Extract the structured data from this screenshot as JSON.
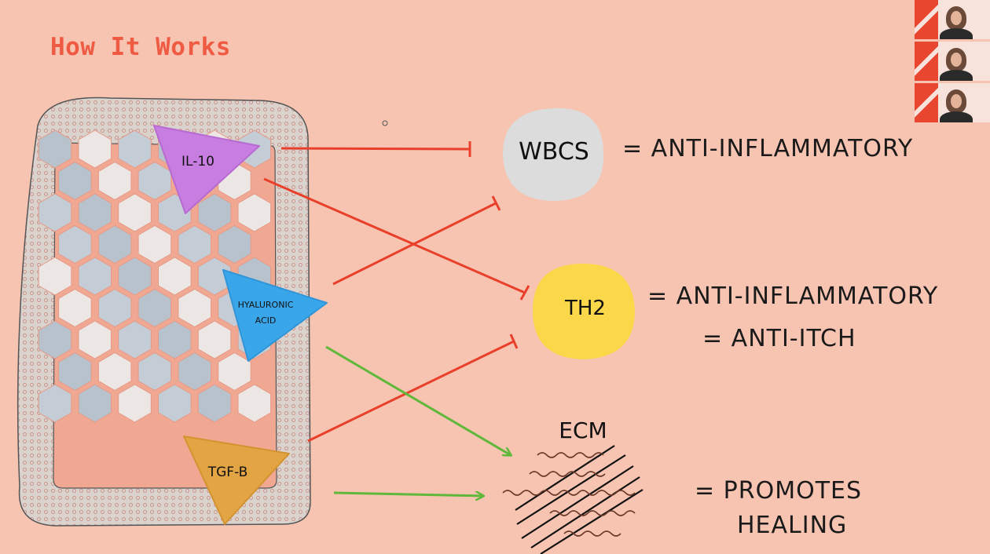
{
  "title": "How It Works",
  "nodes": {
    "il10": "IL-10",
    "hyaluronic_line1": "HYALURONIC",
    "hyaluronic_line2": "ACID",
    "tgfb": "TGF-B",
    "wbcs": "WBCS",
    "th2": "TH2",
    "ecm": "ECM"
  },
  "effects": {
    "wbcs": "= ANTI-INFLAMMATORY",
    "th2_line1": "= ANTI-INFLAMMATORY",
    "th2_line2": "= ANTI-ITCH",
    "ecm_line1": "= PROMOTES",
    "ecm_line2": "HEALING"
  },
  "colors": {
    "background": "#f7c4b2",
    "title": "#ef5a43",
    "inhibit_arrow": "#e8402a",
    "promote_arrow": "#5fb83a",
    "il10": "#c77ee0",
    "hyaluronic": "#3aa6ea",
    "tgfb": "#e3a444",
    "wbcs": "#dcdcdc",
    "th2": "#fbd84a"
  },
  "participants": [
    "participant-1",
    "participant-2",
    "participant-3"
  ]
}
